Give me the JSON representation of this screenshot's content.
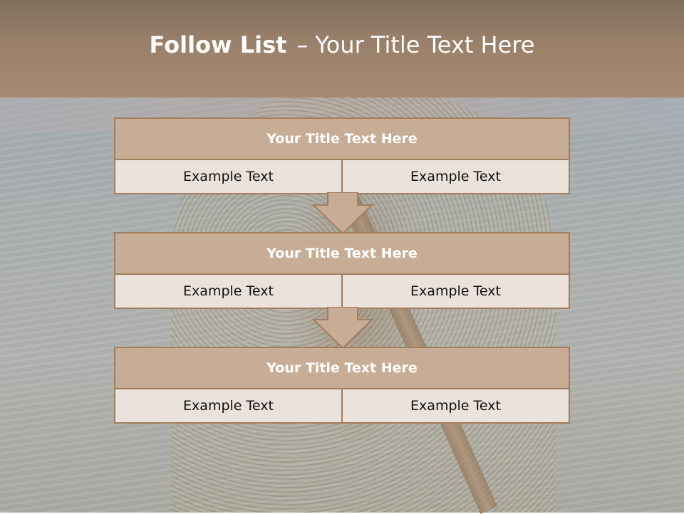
{
  "header": {
    "title_bold": "Follow List",
    "title_sep": "–",
    "title_rest": "Your Title Text Here"
  },
  "steps": [
    {
      "title": "Your Title Text Here",
      "left": "Example Text",
      "right": "Example Text"
    },
    {
      "title": "Your Title Text Here",
      "left": "Example Text",
      "right": "Example Text"
    },
    {
      "title": "Your Title Text Here",
      "left": "Example Text",
      "right": "Example Text"
    }
  ],
  "colors": {
    "header": "#9a806a",
    "block_title_fill": "#c7ad96",
    "block_body_fill": "#ebe2dc",
    "border": "#a47d5c",
    "arrow_fill": "#c7ad96"
  }
}
